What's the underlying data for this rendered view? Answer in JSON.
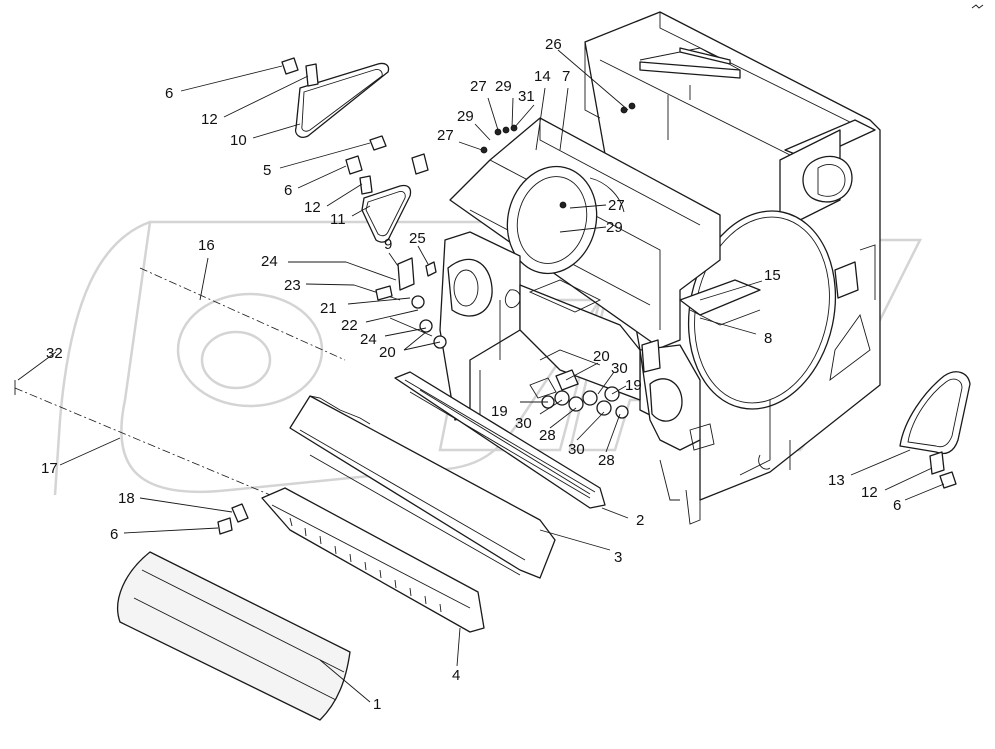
{
  "corner_text": "",
  "callouts": [
    {
      "id": "c26",
      "text": "26"
    },
    {
      "id": "c27a",
      "text": "27"
    },
    {
      "id": "c29a",
      "text": "29"
    },
    {
      "id": "c31",
      "text": "31"
    },
    {
      "id": "c14",
      "text": "14"
    },
    {
      "id": "c7",
      "text": "7"
    },
    {
      "id": "c6a",
      "text": "6"
    },
    {
      "id": "c12a",
      "text": "12"
    },
    {
      "id": "c10",
      "text": "10"
    },
    {
      "id": "c29b",
      "text": "29"
    },
    {
      "id": "c27b",
      "text": "27"
    },
    {
      "id": "c5",
      "text": "5"
    },
    {
      "id": "c6b",
      "text": "6"
    },
    {
      "id": "c12b",
      "text": "12"
    },
    {
      "id": "c11",
      "text": "11"
    },
    {
      "id": "c27c",
      "text": "27"
    },
    {
      "id": "c29c",
      "text": "29"
    },
    {
      "id": "c16",
      "text": "16"
    },
    {
      "id": "c9",
      "text": "9"
    },
    {
      "id": "c25",
      "text": "25"
    },
    {
      "id": "c24a",
      "text": "24"
    },
    {
      "id": "c15",
      "text": "15"
    },
    {
      "id": "c23",
      "text": "23"
    },
    {
      "id": "c21",
      "text": "21"
    },
    {
      "id": "c22",
      "text": "22"
    },
    {
      "id": "c24b",
      "text": "24"
    },
    {
      "id": "c8",
      "text": "8"
    },
    {
      "id": "c20a",
      "text": "20"
    },
    {
      "id": "c32",
      "text": "32"
    },
    {
      "id": "c20b",
      "text": "20"
    },
    {
      "id": "c30a",
      "text": "30"
    },
    {
      "id": "c19a",
      "text": "19"
    },
    {
      "id": "c19b",
      "text": "19"
    },
    {
      "id": "c30b",
      "text": "30"
    },
    {
      "id": "c28a",
      "text": "28"
    },
    {
      "id": "c30c",
      "text": "30"
    },
    {
      "id": "c28b",
      "text": "28"
    },
    {
      "id": "c17",
      "text": "17"
    },
    {
      "id": "c13",
      "text": "13"
    },
    {
      "id": "c12c",
      "text": "12"
    },
    {
      "id": "c6c",
      "text": "6"
    },
    {
      "id": "c18",
      "text": "18"
    },
    {
      "id": "c2",
      "text": "2"
    },
    {
      "id": "c6d",
      "text": "6"
    },
    {
      "id": "c3",
      "text": "3"
    },
    {
      "id": "c4",
      "text": "4"
    },
    {
      "id": "c1",
      "text": "1"
    }
  ]
}
